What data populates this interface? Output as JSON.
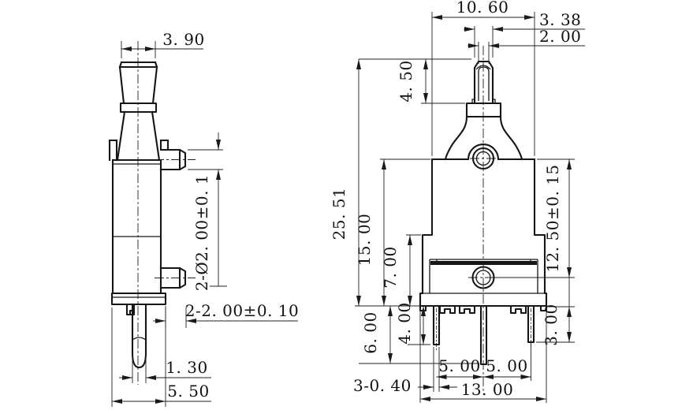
{
  "drawing": {
    "background_color": "#ffffff",
    "line_color": "#161616",
    "side_view": {
      "dims": {
        "knob_width": "3. 90",
        "boss_dia": "2-Ø2. 00±0. 1",
        "mount_tab": "2-2. 00±0. 10",
        "pin_dia": "1. 30",
        "base_width": "5. 50"
      }
    },
    "front_view": {
      "dims": {
        "top_width": "10. 60",
        "stem_outer_width": "3. 38",
        "stem_slot_width": "2. 00",
        "stem_height": "4. 50",
        "overall_height": "25. 51",
        "body_height": "15. 00",
        "lower_body_height": "7. 00",
        "hole_center_offset": "12. 50±0. 15",
        "side_pin_length": "4. 00",
        "center_pin_length": "6. 00",
        "right_pin_length": "3. 00",
        "pin_pitch_left": "5. 00",
        "pin_pitch_right": "5. 00",
        "pin_thickness": "3-0. 40",
        "base_width": "13. 00"
      }
    }
  }
}
